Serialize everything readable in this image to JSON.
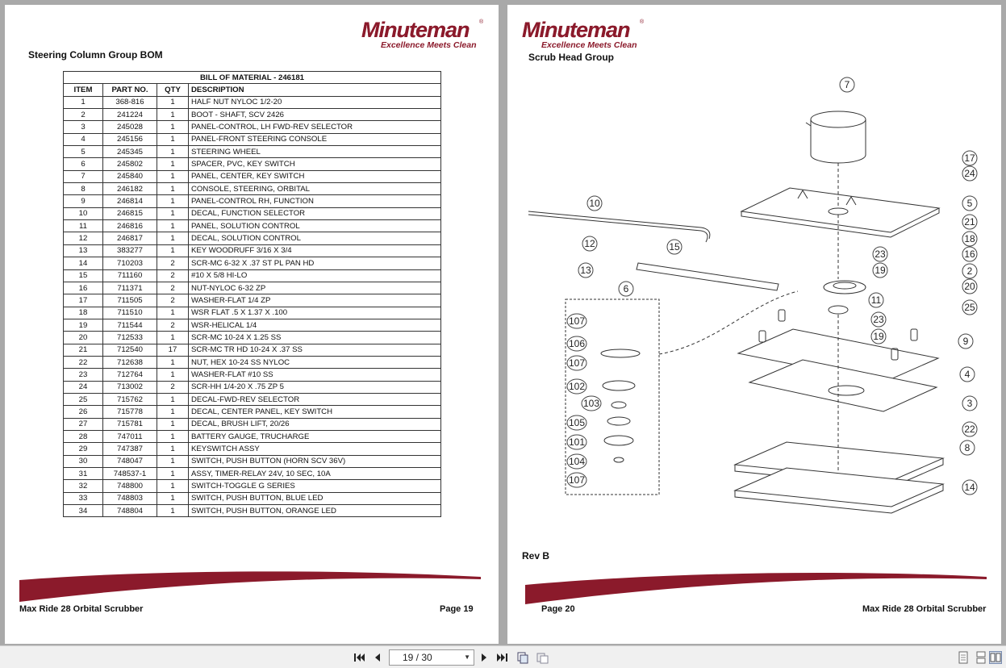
{
  "brand": {
    "name": "Minuteman",
    "reg": "®",
    "tagline": "Excellence Meets Clean",
    "color": "#8b1a2b"
  },
  "left_page": {
    "title": "Steering Column Group BOM",
    "table": {
      "caption": "BILL OF MATERIAL - 246181",
      "headers": [
        "ITEM",
        "PART NO.",
        "QTY",
        "DESCRIPTION"
      ],
      "rows": [
        [
          "1",
          "368-816",
          "1",
          "HALF NUT NYLOC 1/2-20"
        ],
        [
          "2",
          "241224",
          "1",
          "BOOT - SHAFT, SCV 2426"
        ],
        [
          "3",
          "245028",
          "1",
          "PANEL-CONTROL, LH FWD-REV SELECTOR"
        ],
        [
          "4",
          "245156",
          "1",
          "PANEL-FRONT STEERING CONSOLE"
        ],
        [
          "5",
          "245345",
          "1",
          "STEERING WHEEL"
        ],
        [
          "6",
          "245802",
          "1",
          "SPACER, PVC, KEY SWITCH"
        ],
        [
          "7",
          "245840",
          "1",
          "PANEL, CENTER, KEY SWITCH"
        ],
        [
          "8",
          "246182",
          "1",
          "CONSOLE, STEERING, ORBITAL"
        ],
        [
          "9",
          "246814",
          "1",
          "PANEL-CONTROL RH, FUNCTION"
        ],
        [
          "10",
          "246815",
          "1",
          "DECAL, FUNCTION SELECTOR"
        ],
        [
          "11",
          "246816",
          "1",
          "PANEL, SOLUTION CONTROL"
        ],
        [
          "12",
          "246817",
          "1",
          "DECAL, SOLUTION CONTROL"
        ],
        [
          "13",
          "383277",
          "1",
          "KEY WOODRUFF 3/16 X 3/4"
        ],
        [
          "14",
          "710203",
          "2",
          "SCR-MC 6-32 X .37 ST PL PAN HD"
        ],
        [
          "15",
          "711160",
          "2",
          "#10 X 5/8 HI-LO"
        ],
        [
          "16",
          "711371",
          "2",
          "NUT-NYLOC 6-32 ZP"
        ],
        [
          "17",
          "711505",
          "2",
          "WASHER-FLAT 1/4 ZP"
        ],
        [
          "18",
          "711510",
          "1",
          "WSR FLAT .5 X 1.37 X .100"
        ],
        [
          "19",
          "711544",
          "2",
          "WSR-HELICAL 1/4"
        ],
        [
          "20",
          "712533",
          "1",
          "SCR-MC 10-24 X 1.25 SS"
        ],
        [
          "21",
          "712540",
          "17",
          "SCR-MC TR HD 10-24 X .37 SS"
        ],
        [
          "22",
          "712638",
          "1",
          "NUT, HEX 10-24 SS NYLOC"
        ],
        [
          "23",
          "712764",
          "1",
          "WASHER-FLAT #10 SS"
        ],
        [
          "24",
          "713002",
          "2",
          "SCR-HH 1/4-20 X .75 ZP 5"
        ],
        [
          "25",
          "715762",
          "1",
          "DECAL-FWD-REV SELECTOR"
        ],
        [
          "26",
          "715778",
          "1",
          "DECAL, CENTER PANEL, KEY SWITCH"
        ],
        [
          "27",
          "715781",
          "1",
          "DECAL, BRUSH LIFT, 20/26"
        ],
        [
          "28",
          "747011",
          "1",
          "BATTERY GAUGE, TRUCHARGE"
        ],
        [
          "29",
          "747387",
          "1",
          "KEYSWITCH ASSY"
        ],
        [
          "30",
          "748047",
          "1",
          "SWITCH, PUSH BUTTON (HORN SCV 36V)"
        ],
        [
          "31",
          "748537-1",
          "1",
          "ASSY, TIMER-RELAY 24V, 10 SEC, 10A"
        ],
        [
          "32",
          "748800",
          "1",
          "SWITCH-TOGGLE G SERIES"
        ],
        [
          "33",
          "748803",
          "1",
          "SWITCH, PUSH BUTTON, BLUE LED"
        ],
        [
          "34",
          "748804",
          "1",
          "SWITCH, PUSH BUTTON, ORANGE LED"
        ]
      ]
    },
    "footer_left": "Max Ride 28 Orbital Scrubber",
    "footer_right": "Page 19"
  },
  "right_page": {
    "title": "Scrub Head Group",
    "rev": "Rev B",
    "footer_left": "Page 20",
    "footer_right": "Max Ride 28 Orbital Scrubber",
    "callouts": [
      "7",
      "17",
      "24",
      "10",
      "5",
      "21",
      "18",
      "12",
      "15",
      "16",
      "23",
      "13",
      "19",
      "2",
      "6",
      "20",
      "11",
      "25",
      "107",
      "23",
      "19",
      "9",
      "106",
      "107",
      "4",
      "102",
      "3",
      "103",
      "105",
      "22",
      "101",
      "8",
      "104",
      "107",
      "14"
    ]
  },
  "toolbar": {
    "page_indicator": "19 / 30",
    "first_icon": "first-page-icon",
    "prev_icon": "prev-page-icon",
    "next_icon": "next-page-icon",
    "last_icon": "last-page-icon"
  }
}
